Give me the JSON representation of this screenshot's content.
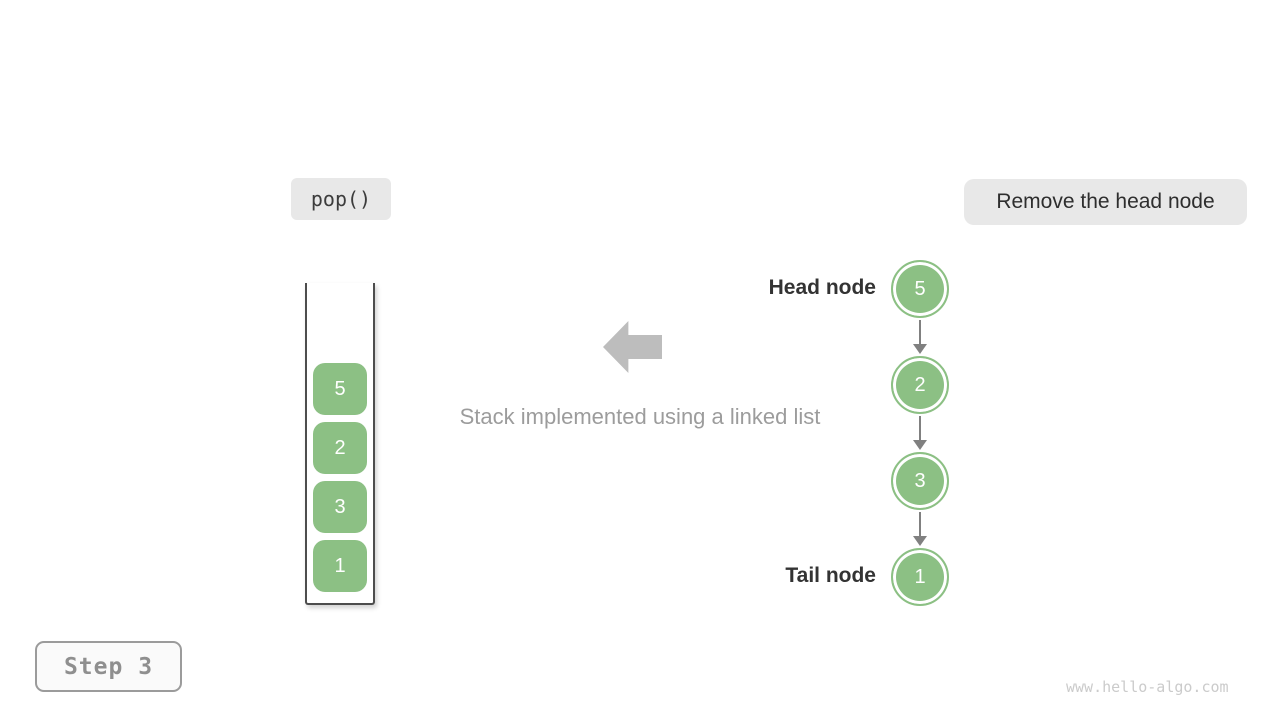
{
  "operation_badge": {
    "label": "pop()"
  },
  "annotation_badge": {
    "label": "Remove the head node"
  },
  "stack": {
    "items": [
      "5",
      "2",
      "3",
      "1"
    ]
  },
  "caption": "Stack implemented using a linked list",
  "linked_list": {
    "head_label": "Head node",
    "tail_label": "Tail node",
    "nodes": [
      "5",
      "2",
      "3",
      "1"
    ]
  },
  "step_indicator": "Step 3",
  "watermark": "www.hello-algo.com",
  "colors": {
    "node_green": "#8cc084",
    "badge_bg": "#e8e8e8",
    "block_arrow_gray": "#bdbdbd",
    "connector_gray": "#808080",
    "label_dark": "#333333",
    "caption_gray": "#9c9c9c",
    "step_text_gray": "#8f8f8f",
    "watermark_gray": "#cbcbcb"
  }
}
